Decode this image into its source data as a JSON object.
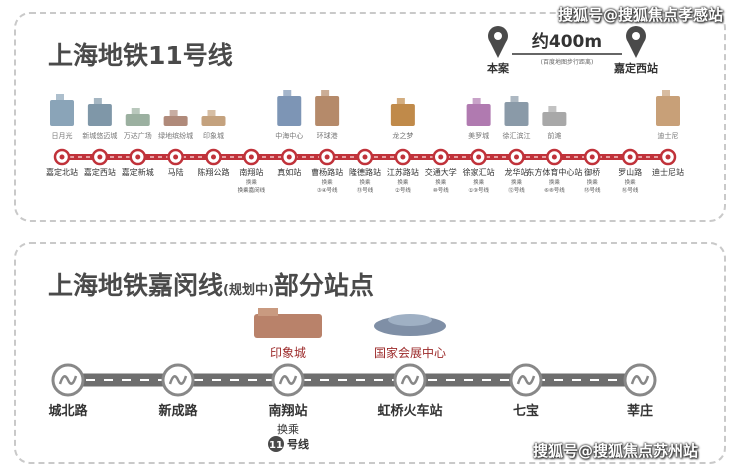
{
  "line11": {
    "title": "上海地铁11号线",
    "distance": {
      "label": "约400m",
      "from": "本案",
      "to": "嘉定西站",
      "note": "(百度地图步行距离)"
    },
    "landmarks": [
      "日月光",
      "新城悠迈城",
      "万达广场",
      "绿地缤纷城",
      "印象城",
      "中海中心",
      "环球港",
      "龙之梦",
      "美罗城",
      "徐汇滨江",
      "前滩",
      "迪士尼"
    ],
    "stations": [
      {
        "name": "嘉定北站",
        "transfer": ""
      },
      {
        "name": "嘉定西站",
        "transfer": ""
      },
      {
        "name": "嘉定新城",
        "transfer": ""
      },
      {
        "name": "马陆",
        "transfer": ""
      },
      {
        "name": "陈翔公路",
        "transfer": ""
      },
      {
        "name": "南翔站",
        "transfer": "换乘嘉闵线"
      },
      {
        "name": "真如站",
        "transfer": ""
      },
      {
        "name": "曹杨路站",
        "transfer": "③④号线"
      },
      {
        "name": "隆德路站",
        "transfer": "⑬号线"
      },
      {
        "name": "江苏路站",
        "transfer": "②号线"
      },
      {
        "name": "交通大学",
        "transfer": "⑩号线"
      },
      {
        "name": "徐家汇站",
        "transfer": "①⑨号线"
      },
      {
        "name": "龙华站",
        "transfer": "⑫号线"
      },
      {
        "name": "东方体育中心站",
        "transfer": "⑥⑧号线"
      },
      {
        "name": "御桥",
        "transfer": "⑱号线"
      },
      {
        "name": "罗山路",
        "transfer": "⑯号线"
      },
      {
        "name": "迪士尼站",
        "transfer": ""
      }
    ],
    "transfer_prefix": "换乘"
  },
  "jiamin": {
    "title": "上海地铁嘉闵线",
    "title_note": "(规划中)",
    "title_suffix": "部分站点",
    "landmarks": [
      "印象城",
      "国家会展中心"
    ],
    "stations": [
      "城北路",
      "新成路",
      "南翔站",
      "虹桥火车站",
      "七宝",
      "莘庄"
    ],
    "transfer_label": "换乘",
    "transfer_line": "11",
    "transfer_suffix": "号线"
  },
  "watermark_top": "搜狐号@搜狐焦点孝感站",
  "watermark_bottom": "搜狐号@搜狐焦点苏州站",
  "colors": {
    "line11": "#c0323a",
    "jiamin_track": "#6e6e6e",
    "accent": "#9c2a2a"
  }
}
